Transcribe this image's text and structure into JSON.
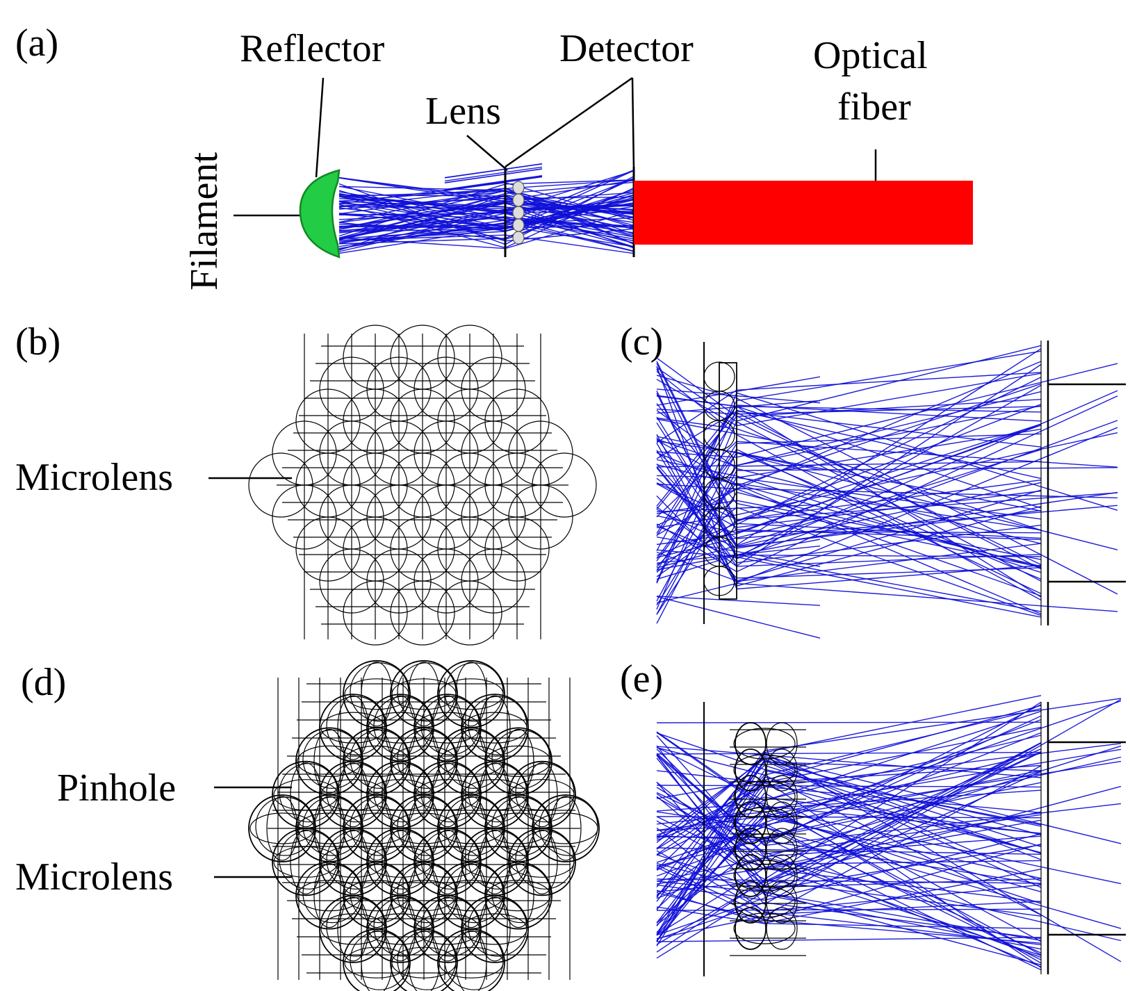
{
  "panels": {
    "a": {
      "tag": "(a)",
      "labels": {
        "reflector": "Reflector",
        "detector": "Detector",
        "lens": "Lens",
        "optical_fiber_line1": "Optical",
        "optical_fiber_line2": "fiber",
        "filament": "Filament"
      }
    },
    "b": {
      "tag": "(b)",
      "labels": {
        "microlens": "Microlens"
      }
    },
    "c": {
      "tag": "(c)"
    },
    "d": {
      "tag": "(d)",
      "labels": {
        "pinhole": "Pinhole",
        "microlens": "Microlens"
      }
    },
    "e": {
      "tag": "(e)"
    }
  },
  "colors": {
    "rays": "#1010d8",
    "reflector": "#22cc44",
    "optical_fiber": "#ff0000",
    "outline": "#000000"
  }
}
